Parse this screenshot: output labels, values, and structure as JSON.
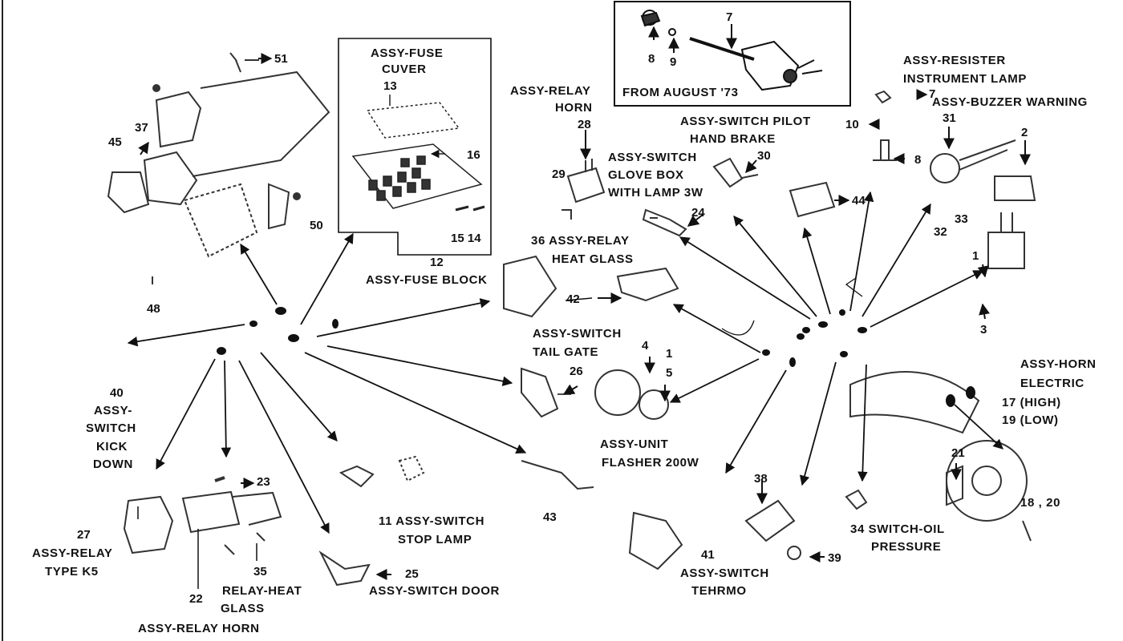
{
  "inset": {
    "caption": "FROM AUGUST '73",
    "parts": [
      "7",
      "8",
      "9"
    ]
  },
  "fuse": {
    "cover_title_line1": "ASSY-FUSE",
    "cover_title_line2": "CUVER",
    "part_13": "13",
    "part_16": "16",
    "parts_15_14": "15 14",
    "part_12": "12",
    "block_label": "ASSY-FUSE BLOCK"
  },
  "parts_left": {
    "p51": "51",
    "p37": "37",
    "p45": "45",
    "p50": "50",
    "p48": "48",
    "p40": "40",
    "kickdown_line1": "ASSY-",
    "kickdown_line2": "SWITCH",
    "kickdown_line3": "KICK",
    "kickdown_line4": "DOWN",
    "p27": "27",
    "relay_k5_line1": "ASSY-RELAY",
    "relay_k5_line2": "TYPE K5",
    "p22": "22",
    "relay_horn_bottom": "ASSY-RELAY HORN",
    "p23": "23",
    "p35": "35",
    "heat_glass_line1": "RELAY-HEAT",
    "heat_glass_line2": "GLASS",
    "p25": "25",
    "door_switch": "ASSY-SWITCH DOOR",
    "stop_lamp_line1": "11 ASSY-SWITCH",
    "stop_lamp_line2": "STOP LAMP",
    "p43": "43"
  },
  "parts_center": {
    "relay_horn_line1": "ASSY-RELAY",
    "relay_horn_line2": "HORN",
    "p28": "28",
    "p29": "29",
    "glove_line1": "ASSY-SWITCH",
    "glove_line2": "GLOVE BOX",
    "glove_line3": "WITH LAMP 3W",
    "p24": "24",
    "pilot_line1": "ASSY-SWITCH PILOT",
    "pilot_line2": "HAND BRAKE",
    "p30": "30",
    "heat_relay_line1": "36 ASSY-RELAY",
    "heat_relay_line2": "HEAT GLASS",
    "p42": "42",
    "tailgate_line1": "ASSY-SWITCH",
    "tailgate_line2": "TAIL GATE",
    "p26": "26",
    "p4": "4",
    "p1": "1",
    "p5": "5",
    "flasher_line1": "ASSY-UNIT",
    "flasher_line2": "FLASHER 200W"
  },
  "parts_right": {
    "resister_line1": "ASSY-RESISTER",
    "resister_line2": "INSTRUMENT LAMP",
    "p7": "7",
    "p10": "10",
    "p8": "8",
    "buzzer": "ASSY-BUZZER WARNING",
    "p31": "31",
    "p2": "2",
    "p44": "44",
    "p32": "32",
    "p33": "33",
    "p1": "1",
    "p3": "3",
    "horn_line1": "ASSY-HORN",
    "horn_line2": "ELECTRIC",
    "horn_line3": "17 (HIGH)",
    "horn_line4": "19 (LOW)",
    "p21": "21",
    "p18_20": "18 , 20",
    "p38": "38",
    "p39": "39",
    "p41": "41",
    "thermo_line1": "ASSY-SWITCH",
    "thermo_line2": "TEHRMO",
    "oil_line1": "34 SWITCH-OIL",
    "oil_line2": "PRESSURE"
  }
}
